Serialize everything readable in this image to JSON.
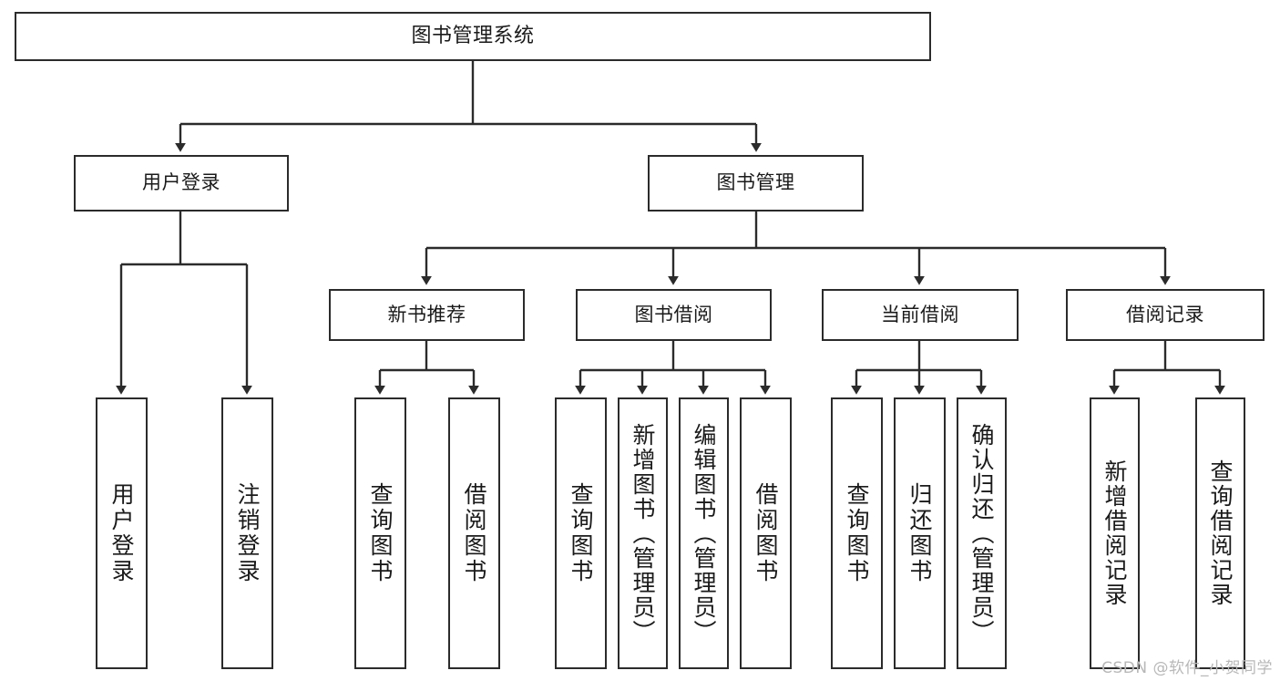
{
  "diagram": {
    "title_text": "图书管理系统",
    "type": "tree-hierarchy-chart",
    "stroke_color": "#2b2b2b",
    "fill_color": "#ffffff",
    "text_color": "#1a1a1a",
    "nodes": {
      "root": {
        "label": "图书管理系统"
      },
      "level2": [
        {
          "id": "user-login",
          "label": "用户登录"
        },
        {
          "id": "book-management",
          "label": "图书管理"
        }
      ],
      "level3": [
        {
          "id": "new-book-recommend",
          "label": "新书推荐"
        },
        {
          "id": "book-borrow",
          "label": "图书借阅"
        },
        {
          "id": "current-borrow",
          "label": "当前借阅"
        },
        {
          "id": "borrow-record",
          "label": "借阅记录"
        }
      ],
      "leaves": {
        "user-login": [
          {
            "id": "leaf-user-login",
            "label": "用户登录"
          },
          {
            "id": "leaf-logout-login",
            "label": "注销登录"
          }
        ],
        "new-book-recommend": [
          {
            "id": "leaf-query-book-1",
            "label": "查询图书"
          },
          {
            "id": "leaf-borrow-book-1",
            "label": "借阅图书"
          }
        ],
        "book-borrow": [
          {
            "id": "leaf-query-book-2",
            "label": "查询图书"
          },
          {
            "id": "leaf-add-book",
            "label": "新增图书（管理员）"
          },
          {
            "id": "leaf-edit-book",
            "label": "编辑图书（管理员）"
          },
          {
            "id": "leaf-borrow-book-2",
            "label": "借阅图书"
          }
        ],
        "current-borrow": [
          {
            "id": "leaf-query-book-3",
            "label": "查询图书"
          },
          {
            "id": "leaf-return-book",
            "label": "归还图书"
          },
          {
            "id": "leaf-confirm-return",
            "label": "确认归还（管理员）"
          }
        ],
        "borrow-record": [
          {
            "id": "leaf-add-record",
            "label": "新增借阅记录"
          },
          {
            "id": "leaf-query-record",
            "label": "查询借阅记录"
          }
        ]
      }
    },
    "watermark": "CSDN @软件_小贺同学"
  }
}
